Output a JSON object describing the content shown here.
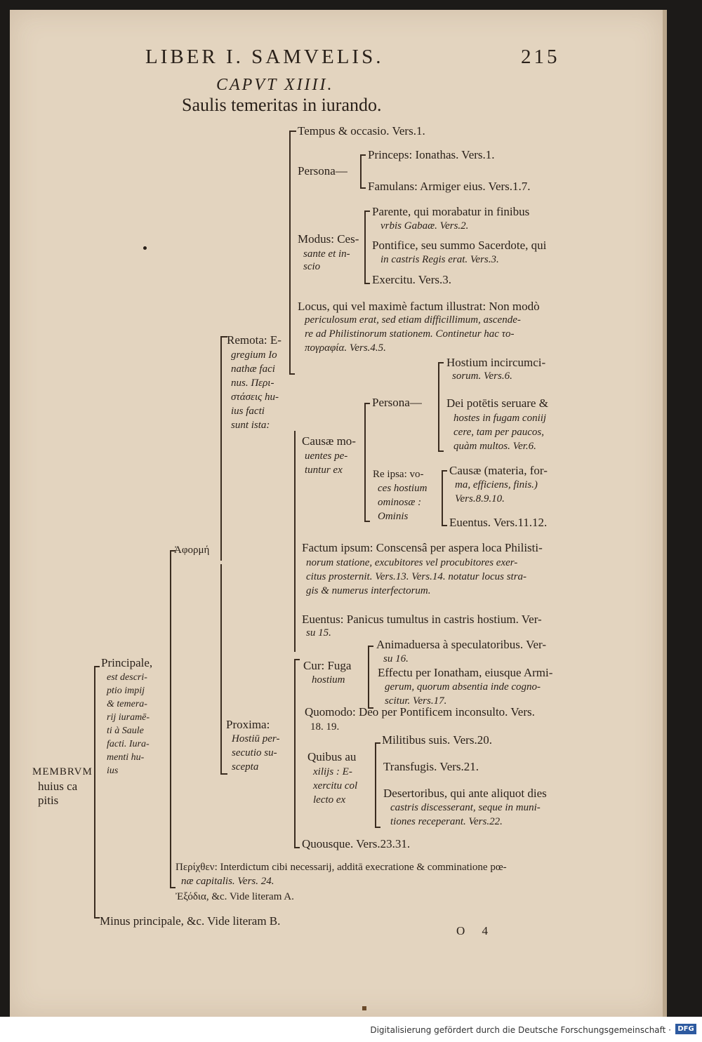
{
  "header": {
    "running_title": "LIBER I. SAMVELIS.",
    "page_number": "215",
    "chapter": "CAPVT XIIII.",
    "subtitle": "Saulis temeritas in iurando."
  },
  "tree": {
    "tempus": "Tempus & occasio. Vers.1.",
    "persona_label": "Persona—",
    "princeps": "Princeps: Ionathas. Vers.1.",
    "famulans": "Famulans: Armiger eius. Vers.1.7.",
    "modus": [
      "Modus: Ces-",
      "sante et in-",
      "scio"
    ],
    "parente": [
      "Parente, qui morabatur in finibus",
      "vrbis Gabaæ. Vers.2."
    ],
    "pontifice": [
      "Pontifice, seu summo Sacerdote, qui",
      "in castris Regis erat. Vers.3."
    ],
    "exercitu": "Exercitu. Vers.3.",
    "locus": [
      "Locus, qui vel maximè factum illustrat: Non modò",
      "periculosum erat, sed etiam difficillimum, ascende-",
      "re ad Philistinorum stationem. Continetur hac το-",
      "πογραφία. Vers.4.5."
    ],
    "remota": [
      "Remota: E-",
      "gregium Io",
      "nathæ faci",
      "nus. Περι-",
      "στάσεις hu-",
      "ius facti",
      "sunt ista:"
    ],
    "persona2": "Persona—",
    "hostium": [
      "Hostium incircumci-",
      "sorum. Vers.6."
    ],
    "dei": [
      "Dei potētis seruare &",
      "hostes in fugam coniij",
      "cere, tam per paucos,",
      "quàm multos. Ver.6."
    ],
    "causae": [
      "Causæ mo-",
      "uentes pe-",
      "tuntur ex"
    ],
    "re_ipsa": [
      "Re ipsa: vo-",
      "ces hostium",
      "ominosæ :",
      "Ominis"
    ],
    "causae2": [
      "Causæ (materia, for-",
      "ma, efficiens, finis.)",
      "Vers.8.9.10."
    ],
    "euentus2": "Euentus. Vers.11.12.",
    "aphorme": "Ἀφορμή",
    "factum": [
      "Factum ipsum: Conscensâ per aspera loca Philisti-",
      "norum statione, excubitores vel procubitores exer-",
      "citus prosternit. Vers.13. Vers.14. notatur locus stra-",
      "gis & numerus interfectorum."
    ],
    "euentus": [
      "Euentus: Panicus tumultus in castris hostium. Ver-",
      "su 15."
    ],
    "animaduersa": [
      "Animaduersa à speculatoribus. Ver-",
      "su 16."
    ],
    "cur": [
      "Cur: Fuga",
      "hostium"
    ],
    "effectu": [
      "Effectu per Ionatham, eiusque Armi-",
      "gerum, quorum absentia inde cogno-",
      "scitur. Vers.17."
    ],
    "principale": [
      "Principale,",
      "est descri-",
      "ptio impij",
      "& temera-",
      "rij iuramē-",
      "ti à Saule",
      "facti. Iura-",
      "menti hu-",
      "ius"
    ],
    "quomodo": [
      "Quomodo: Deo per Pontificem inconsulto. Vers.",
      "18. 19."
    ],
    "proxima": [
      "Proxima:",
      "Hostiū per-",
      "secutio su-",
      "scepta"
    ],
    "militibus": "Militibus suis. Vers.20.",
    "quibus": [
      "Quibus au",
      "xilijs : E-",
      "xercitu col",
      "lecto ex"
    ],
    "transfugis": "Transfugis. Vers.21.",
    "membrum": [
      "MEMBRVM",
      "huius ca",
      "pitis"
    ],
    "desertoribus": [
      "Desertoribus, qui ante aliquot dies",
      "castris discesserant, seque in muni-",
      "tiones receperant. Vers.22."
    ],
    "quousque": "Quousque. Vers.23.31.",
    "prachthen": [
      "Περίχθεν: Interdictum cibi necessarij, additā execratione & comminatione pœ-",
      "næ capitalis. Vers. 24."
    ],
    "exodia": "Ἐξόδια, &c. Vide literam A.",
    "minus": "Minus principale, &c. Vide literam B."
  },
  "signature": "O 4",
  "footer": {
    "text": "Digitalisierung gefördert durch die Deutsche Forschungsgemeinschaft ·",
    "logo": "DFG"
  }
}
